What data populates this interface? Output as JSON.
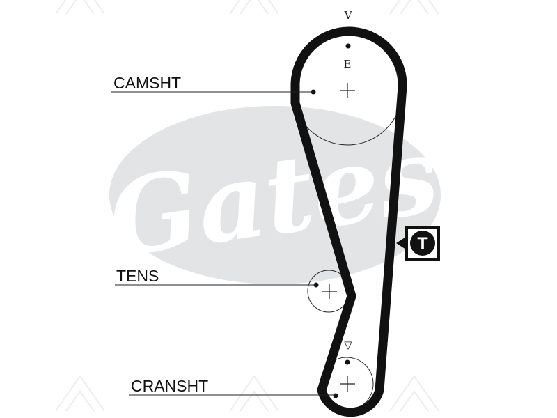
{
  "diagram": {
    "labels": {
      "camshaft": "CAMSHT",
      "tensioner": "TENS",
      "crankshaft": "CRANSHT"
    },
    "marks": {
      "camshaft_top": "V",
      "camshaft_timing": "E",
      "crankshaft_top": "▽"
    },
    "tensioner_badge": "T"
  },
  "watermark": {
    "brand": "Gates",
    "color": "#e3e4e6"
  },
  "belt_color": "#111111"
}
